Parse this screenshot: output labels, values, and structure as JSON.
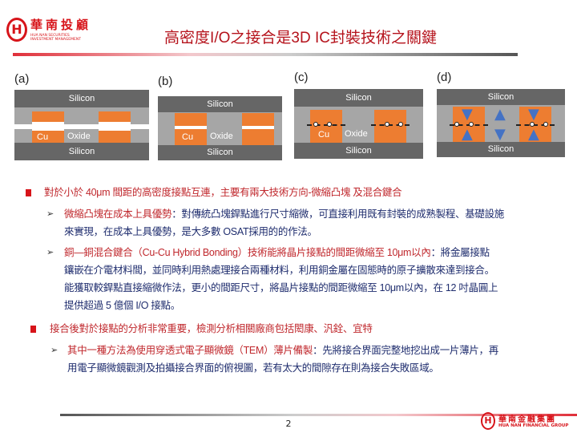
{
  "header": {
    "logo_cn": "華南投顧",
    "logo_en": "HUA NAN SECURITIES INVESTMENT MANAGEMENT",
    "title": "高密度I/O之接合是3D IC封裝技術之關鍵"
  },
  "diagrams": {
    "labels": [
      "(a)",
      "(b)",
      "(c)",
      "(d)"
    ],
    "silicon": "Silicon",
    "cu": "Cu",
    "oxide": "Oxide"
  },
  "bullets": [
    {
      "text": "對於小於 40μm 間距的高密度接點互連，主要有兩大技術方向-微縮凸塊 及混合鍵合",
      "subs": [
        {
          "bold": "微縮凸塊在成本上具優勢",
          "rest_lines": [
            "：對傳統凸塊銲點進行尺寸縮微，可直接利用既有封裝的成熟製程、基礎設施",
            "來實現，在成本上具優勢，是大多數 OSAT採用的的作法。"
          ]
        },
        {
          "bold": "銅—銅混合鍵合（Cu-Cu Hybrid Bonding）技術能將晶片接點的間距微縮至 10μm以內",
          "rest_lines": [
            "：將金屬接點",
            "鑲嵌在介電材料間，並同時利用熱處理接合兩種材料，利用銅金屬在固態時的原子擴散來達到接合。",
            "能獲取較銲點直接縮微作法，更小的間距尺寸，將晶片接點的間距微縮至 10μm以內，在 12 吋晶圓上",
            "提供超過 5 億個 I/O 接點。"
          ]
        }
      ]
    },
    {
      "text": "接合後對於接點的分析非常重要，檢測分析相關廠商包括閎康、汎銓、宜特",
      "subs": [
        {
          "bold": "其中一種方法為使用穿透式電子顯微鏡（TEM）薄片備製",
          "rest_lines": [
            "：先將接合界面完整地挖出成一片薄片，再",
            "用電子顯微鏡觀測及拍攝接合界面的俯視圖，若有太大的間隙存在則為接合失敗區域。"
          ]
        }
      ]
    }
  ],
  "footer": {
    "page": "2",
    "logo_cn": "華南金融集團",
    "logo_en": "HUA NAN FINANCIAL GROUP"
  }
}
